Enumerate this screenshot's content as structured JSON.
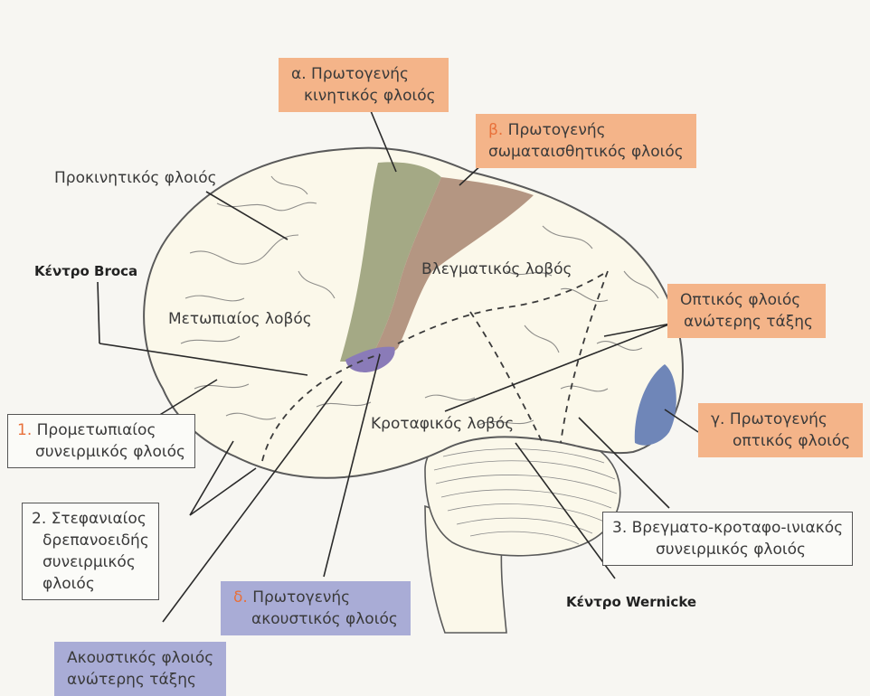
{
  "labels": {
    "primary_motor": {
      "prefix": "α.",
      "line1": "Πρωτογενής",
      "line2": "κινητικός φλοιός"
    },
    "primary_somatosensory": {
      "prefix": "β.",
      "line1": "Πρωτογενής",
      "line2": "σωματαισθητικός φλοιός"
    },
    "premotor": "Προκινητικός φλοιός",
    "broca": "Κέντρο Broca",
    "frontal_lobe": "Μετωπιαίος λοβός",
    "parietal_lobe": "Βλεγματικός λοβός",
    "temporal_lobe": "Κροταφικός λοβός",
    "visual_higher": {
      "line1": "Οπτικός φλοιός",
      "line2": "ανώτερης τάξης"
    },
    "primary_visual": {
      "prefix": "γ.",
      "line1": "Πρωτογενής",
      "line2": "οπτικός φλοιός"
    },
    "prefrontal": {
      "prefix": "1.",
      "line1": "Προμετωπιαίος",
      "line2": "συνειρμικός φλοιός"
    },
    "limbic": {
      "prefix": "2.",
      "line1": "Στεφανιαίος",
      "line2": "δρεπανοειδής",
      "line3": "συνειρμικός",
      "line4": "φλοιός"
    },
    "pto": {
      "prefix": "3.",
      "line1": "Βρεγματο-κροταφο-ινιακός",
      "line2": "συνειρμικός φλοιός"
    },
    "wernicke": "Κέντρο Wernicke",
    "primary_auditory": {
      "prefix": "δ.",
      "line1": "Πρωτογενής",
      "line2": "ακουστικός φλοιός"
    },
    "auditory_higher": {
      "line1": "Ακουστικός φλοιός",
      "line2": "ανώτερης τάξης"
    }
  },
  "colors": {
    "orange_box": "#f4b489",
    "violet_box": "#a9acd6",
    "motor_region": "#9aa07a",
    "somatosensory_region": "#b0907c",
    "auditory_region": "#8a7bb8",
    "visual_region": "#6f86b8",
    "brain_fill": "#fbf8ea"
  }
}
